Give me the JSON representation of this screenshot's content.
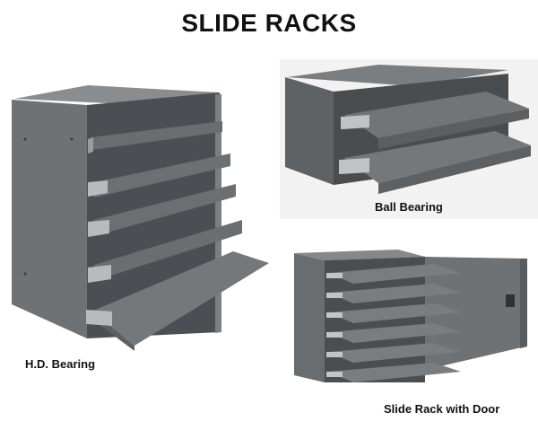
{
  "page": {
    "title": "SLIDE RACKS"
  },
  "products": [
    {
      "id": "hd",
      "caption": "H.D. Bearing",
      "icon": "cabinet-photo",
      "color": "#6b6e71"
    },
    {
      "id": "ball",
      "caption": "Ball Bearing",
      "icon": "cabinet-photo",
      "color": "#5f6264"
    },
    {
      "id": "door",
      "caption": "Slide Rack with Door",
      "icon": "cabinet-photo",
      "color": "#6a6d70"
    }
  ]
}
